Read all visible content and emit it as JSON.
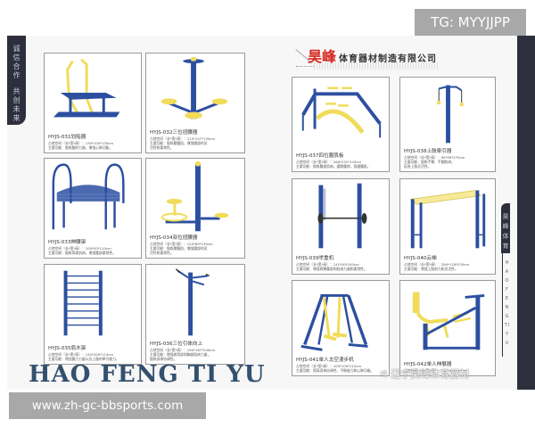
{
  "overlay": {
    "tg_label": "TG: MYYJJPP",
    "url_label": "www.zh-gc-bbsports.com",
    "watermark": "♃ 辽宁昊峰体育器材"
  },
  "left_tab": {
    "line1": "诚信合作",
    "line2": "共创未来"
  },
  "right_tab": {
    "cn": "昊峰体育",
    "en": "HAOFENGTIYU"
  },
  "brand": {
    "highlight": "昊峰",
    "rest": "体育器材制造有限公司"
  },
  "footer_title": "HAO FENG TI YU",
  "products": [
    {
      "model": "HYJS-031划船器",
      "spec1": "占地空间（长*宽*高）：130*100*130cm",
      "spec2": "主要功能：锻炼腿的力量，增强心肺功能。",
      "spec3": ""
    },
    {
      "model": "HYJS-032三位扭腰器",
      "spec1": "占地空间（长*宽*高）：115*107*130cm",
      "spec2": "主要功能：锻炼腰腹肌，增强腰部的灵",
      "spec3": "活性和柔韧性。"
    },
    {
      "model": "HYJS-033伸腰架",
      "spec1": "占地空间（长*宽*高）：100*50*110cm",
      "spec2": "主要功能：锻炼背部肌肉，增强腰部柔韧性。",
      "spec3": ""
    },
    {
      "model": "HYJS-034双位扭腰器",
      "spec1": "占地空间（长*宽*高）：120*60*130cm",
      "spec2": "主要功能：锻炼腰腹肌，增强腰部的灵",
      "spec3": "活性和柔韧性。"
    },
    {
      "model": "HYJS-035肩木架",
      "spec1": "占地空间（长*宽*高）：140*200*114cm",
      "spec2": "主要功能：增加握力力量以及上肢的牵引能力。",
      "spec3": ""
    },
    {
      "model": "HYJS-036三位引体向上",
      "spec1": "占地空间（长*宽*高）：190*167*240cm",
      "spec2": "主要功能：增强肩背部和胸部肌肉力量，",
      "spec3": "锻炼身体协调性。"
    },
    {
      "model": "HYJS-037四位腹肌板",
      "spec1": "占地空间（长*宽*高）：268*231*143cm",
      "spec2": "主要功能：锻炼腹部肌肉，缓解腰疼，强健腹肌。",
      "spec3": ""
    },
    {
      "model": "HYJS-038上肢牵引器",
      "spec1": "占地空间（长*宽*高）：90*59*270cm",
      "spec2": "主要功能：锻炼手臂、手腕肌肉，",
      "spec3": "促进上肢灵活性。"
    },
    {
      "model": "HYJS-039举重机",
      "spec1": "占地空间（长*宽*高）：141*50*240cm",
      "spec2": "主要功能：增强两臂腰部的肌肉力量和柔韧性。",
      "spec3": ""
    },
    {
      "model": "HYJS-040云梯",
      "spec1": "占地空间（长*宽*高）：290*118*235cm",
      "spec2": "主要功能：增强上肢耐力和灵活性。",
      "spec3": ""
    },
    {
      "model": "HYJS-041单人太空漫步机",
      "spec1": "占地空间（长*宽*高）：100*100*115cm",
      "spec2": "主要功能：提高身体协调性，平衡能力和心肺功能。",
      "spec3": ""
    },
    {
      "model": "HYJS-042单人伸展器",
      "spec1": "占地空间（长*宽*高）：135*40*150cm",
      "spec2": "",
      "spec3": ""
    }
  ],
  "colors": {
    "equipment_blue": "#2c4fa0",
    "equipment_yellow": "#f0dc5a",
    "sidebar_dark": "#2d303c",
    "accent_red": "#d7261e",
    "title_navy": "#33506e"
  }
}
